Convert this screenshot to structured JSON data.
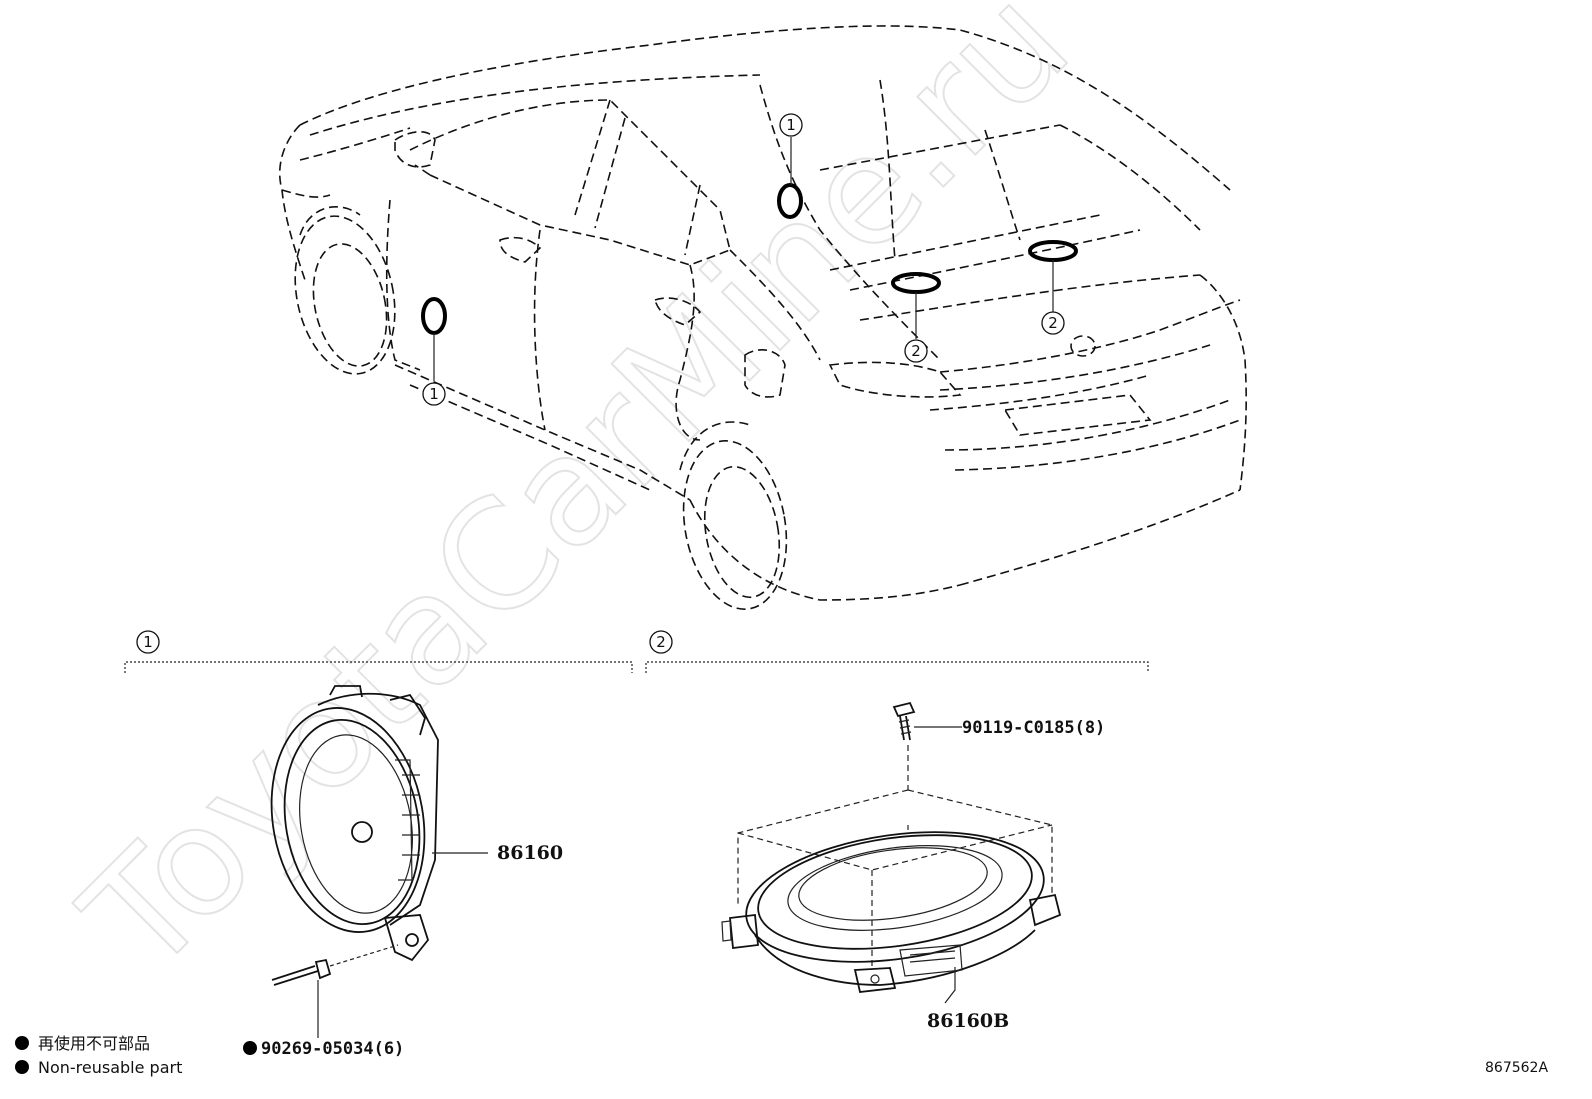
{
  "watermark": "ToyotaCarMine.ru",
  "callouts": {
    "one": "1",
    "two": "2"
  },
  "parts": {
    "speaker_front": "86160",
    "speaker_rear": "86160B",
    "screw": "90119-C0185(8)",
    "rivet": "90269-05034(6)"
  },
  "legend": {
    "jp": "再使用不可部品",
    "en": "Non-reusable part"
  },
  "figure_code": "867562A"
}
